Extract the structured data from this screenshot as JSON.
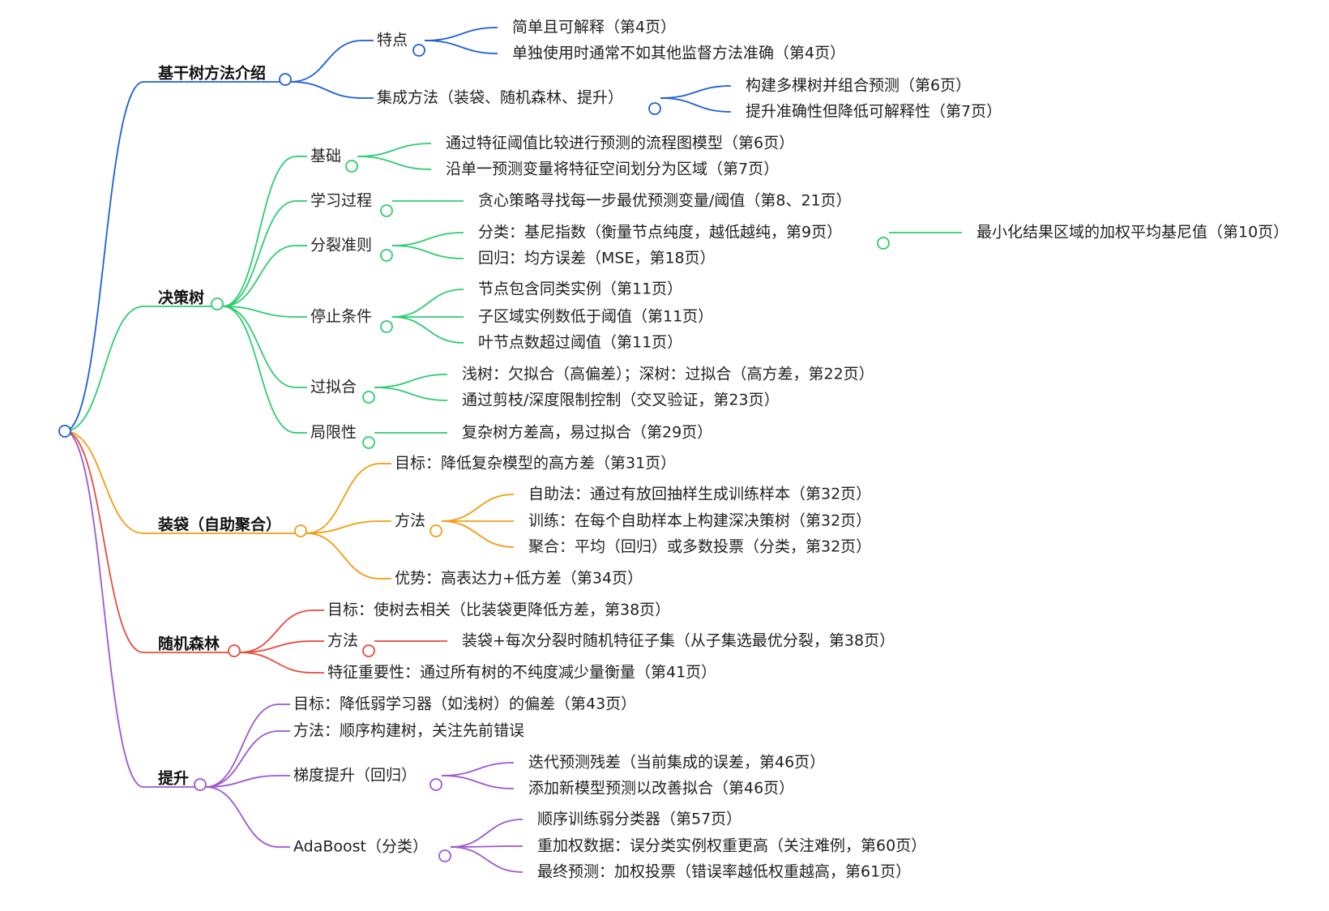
{
  "colors": {
    "blue": "#1f5fd6",
    "green": "#2ecc71",
    "orange": "#f39c12",
    "red": "#e74c3c",
    "purple": "#9b59d0"
  },
  "branches": [
    {
      "id": "b1",
      "color": "blue",
      "label": "基干树方法介绍",
      "children": [
        {
          "id": "b1c1",
          "label": "特点",
          "children": [
            {
              "id": "b1c1a",
              "label": "简单且可解释（第4页）"
            },
            {
              "id": "b1c1b",
              "label": "单独使用时通常不如其他监督方法准确（第4页）"
            }
          ]
        },
        {
          "id": "b1c2",
          "label": "集成方法（装袋、随机森林、提升）",
          "children": [
            {
              "id": "b1c2a",
              "label": "构建多棵树并组合预测（第6页）"
            },
            {
              "id": "b1c2b",
              "label": "提升准确性但降低可解释性（第7页）"
            }
          ]
        }
      ]
    },
    {
      "id": "b2",
      "color": "green",
      "label": "决策树",
      "children": [
        {
          "id": "b2c1",
          "label": "基础",
          "children": [
            {
              "id": "b2c1a",
              "label": "通过特征阈值比较进行预测的流程图模型（第6页）"
            },
            {
              "id": "b2c1b",
              "label": "沿单一预测变量将特征空间划分为区域（第7页）"
            }
          ]
        },
        {
          "id": "b2c2",
          "label": "学习过程",
          "children": [
            {
              "id": "b2c2a",
              "label": "贪心策略寻找每一步最优预测变量/阈值（第8、21页）"
            }
          ]
        },
        {
          "id": "b2c3",
          "label": "分裂准则",
          "children": [
            {
              "id": "b2c3a",
              "label": "分类：基尼指数（衡量节点纯度，越低越纯，第9页）",
              "children": [
                {
                  "id": "b2c3a1",
                  "label": "最小化结果区域的加权平均基尼值（第10页）"
                }
              ]
            },
            {
              "id": "b2c3b",
              "label": "回归：均方误差（MSE，第18页）"
            }
          ]
        },
        {
          "id": "b2c4",
          "label": "停止条件",
          "children": [
            {
              "id": "b2c4a",
              "label": "节点包含同类实例（第11页）"
            },
            {
              "id": "b2c4b",
              "label": "子区域实例数低于阈值（第11页）"
            },
            {
              "id": "b2c4c",
              "label": "叶节点数超过阈值（第11页）"
            }
          ]
        },
        {
          "id": "b2c5",
          "label": "过拟合",
          "children": [
            {
              "id": "b2c5a",
              "label": "浅树：欠拟合（高偏差）；深树：过拟合（高方差，第22页）"
            },
            {
              "id": "b2c5b",
              "label": "通过剪枝/深度限制控制（交叉验证，第23页）"
            }
          ]
        },
        {
          "id": "b2c6",
          "label": "局限性",
          "children": [
            {
              "id": "b2c6a",
              "label": "复杂树方差高，易过拟合（第29页）"
            }
          ]
        }
      ]
    },
    {
      "id": "b3",
      "color": "orange",
      "label": "装袋（自助聚合）",
      "children": [
        {
          "id": "b3c1",
          "label": "目标：降低复杂模型的高方差（第31页）"
        },
        {
          "id": "b3c2",
          "label": "方法",
          "children": [
            {
              "id": "b3c2a",
              "label": "自助法：通过有放回抽样生成训练样本（第32页）"
            },
            {
              "id": "b3c2b",
              "label": "训练：在每个自助样本上构建深决策树（第32页）"
            },
            {
              "id": "b3c2c",
              "label": "聚合：平均（回归）或多数投票（分类，第32页）"
            }
          ]
        },
        {
          "id": "b3c3",
          "label": "优势：高表达力+低方差（第34页）"
        }
      ]
    },
    {
      "id": "b4",
      "color": "red",
      "label": "随机森林",
      "children": [
        {
          "id": "b4c1",
          "label": "目标：使树去相关（比装袋更降低方差，第38页）"
        },
        {
          "id": "b4c2",
          "label": "方法",
          "children": [
            {
              "id": "b4c2a",
              "label": "装袋+每次分裂时随机特征子集（从子集选最优分裂，第38页）"
            }
          ]
        },
        {
          "id": "b4c3",
          "label": "特征重要性：通过所有树的不纯度减少量衡量（第41页）"
        }
      ]
    },
    {
      "id": "b5",
      "color": "purple",
      "label": "提升",
      "children": [
        {
          "id": "b5c1",
          "label": "目标：降低弱学习器（如浅树）的偏差（第43页）"
        },
        {
          "id": "b5c2",
          "label": "方法：顺序构建树，关注先前错误"
        },
        {
          "id": "b5c3",
          "label": "梯度提升（回归）",
          "children": [
            {
              "id": "b5c3a",
              "label": "迭代预测残差（当前集成的误差，第46页）"
            },
            {
              "id": "b5c3b",
              "label": "添加新模型预测以改善拟合（第46页）"
            }
          ]
        },
        {
          "id": "b5c4",
          "label": "AdaBoost（分类）",
          "children": [
            {
              "id": "b5c4a",
              "label": "顺序训练弱分类器（第57页）"
            },
            {
              "id": "b5c4b",
              "label": "重加权数据：误分类实例权重更高（关注难例，第60页）"
            },
            {
              "id": "b5c4c",
              "label": "最终预测：加权投票（错误率越低权重越高，第61页）"
            }
          ]
        }
      ]
    }
  ]
}
